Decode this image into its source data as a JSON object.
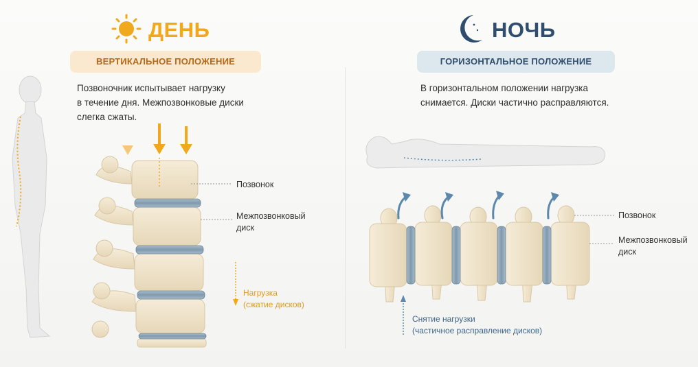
{
  "day": {
    "title": "ДЕНЬ",
    "subtitle": "ВЕРТИКАЛЬНОЕ ПОЛОЖЕНИЕ",
    "description_lines": [
      "Позвоночник испытывает нагрузку",
      "в течение дня. Межпозвонковые диски",
      "слегка сжаты."
    ],
    "label_vertebra": "Позвонок",
    "label_disc_lines": [
      "Межпозвонковый",
      "диск"
    ],
    "load_lines": [
      "Нагрузка",
      "(сжатие дисков)"
    ],
    "icon": "sun-icon"
  },
  "night": {
    "title": "НОЧЬ",
    "subtitle": "ГОРИЗОНТАЛЬНОЕ ПОЛОЖЕНИЕ",
    "description_lines": [
      "В горизонтальном положении нагрузка",
      "снимается. Диски частично расправляются."
    ],
    "label_vertebra": "Позвонок",
    "label_disc_lines": [
      "Межпозвонковый",
      "диск"
    ],
    "relief_lines": [
      "Снятие нагрузки",
      "(частичное расправление дисков)"
    ],
    "icon": "moon-icon"
  },
  "colors": {
    "day_accent": "#f0a81c",
    "day_pill_bg": "#fbe9cf",
    "night_accent": "#2f4e6e",
    "night_pill_bg": "#dde7ee",
    "disc": "#8aa3b5",
    "bone": "#efe4cc",
    "relief_arrow": "#5b88ab"
  }
}
